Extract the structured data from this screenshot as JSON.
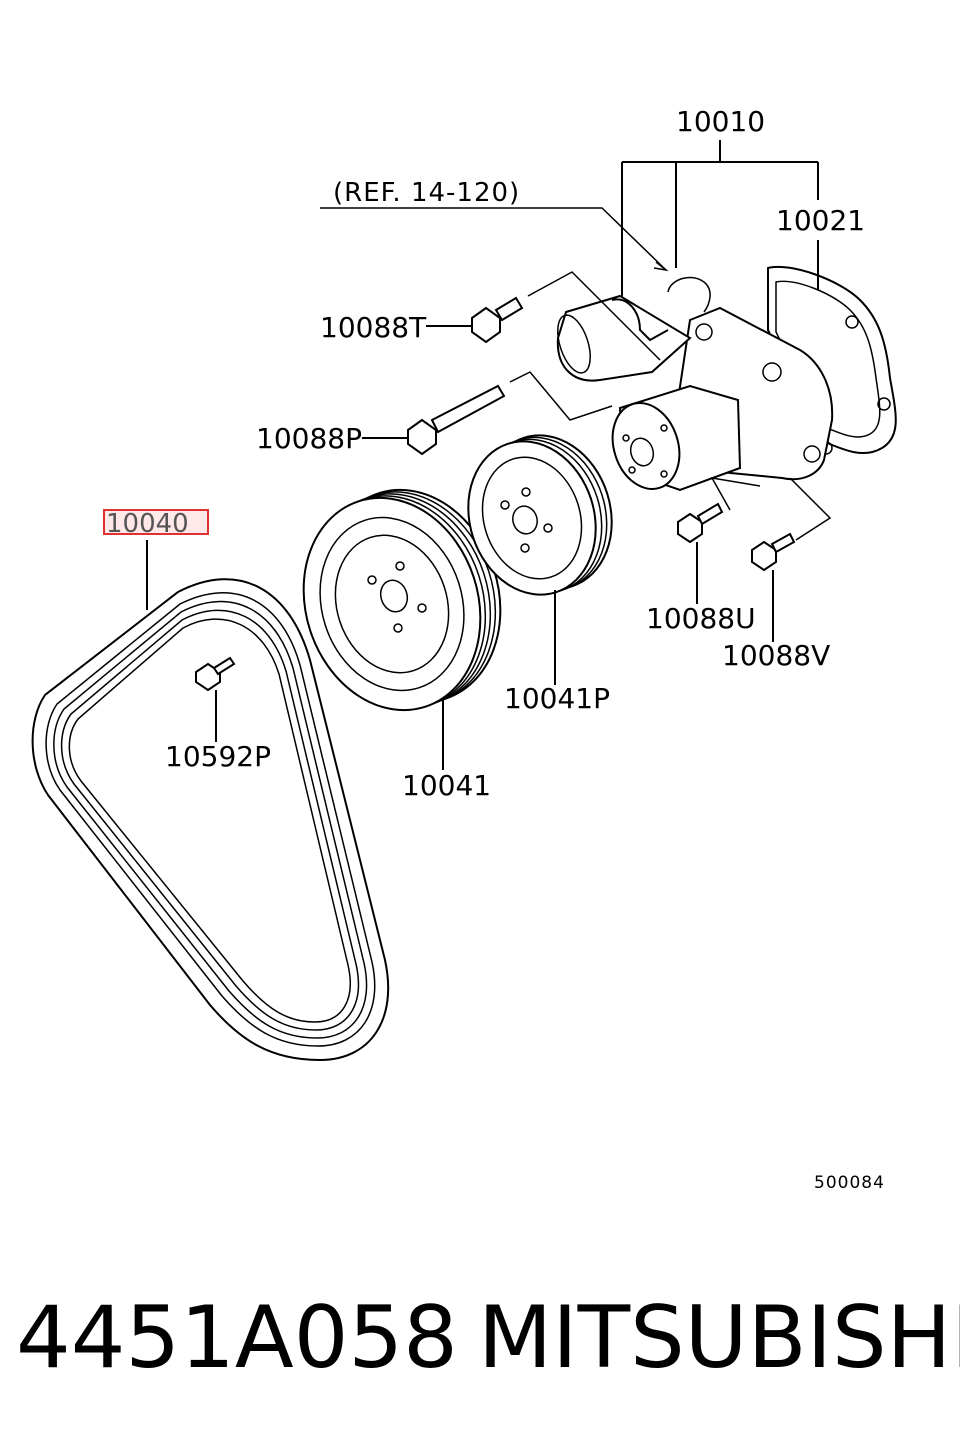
{
  "labels": {
    "ref": "(REF. 14-120)",
    "p10010": "10010",
    "p10021": "10021",
    "p10088T": "10088T",
    "p10088P": "10088P",
    "p10040": "10040",
    "p10592P": "10592P",
    "p10041": "10041",
    "p10041P": "10041P",
    "p10088U": "10088U",
    "p10088V": "10088V",
    "diagram_code": "500084"
  },
  "highlight_color": "#e03030",
  "footer": {
    "part_number": "4451A058",
    "brand": "MITSUBISHI"
  }
}
